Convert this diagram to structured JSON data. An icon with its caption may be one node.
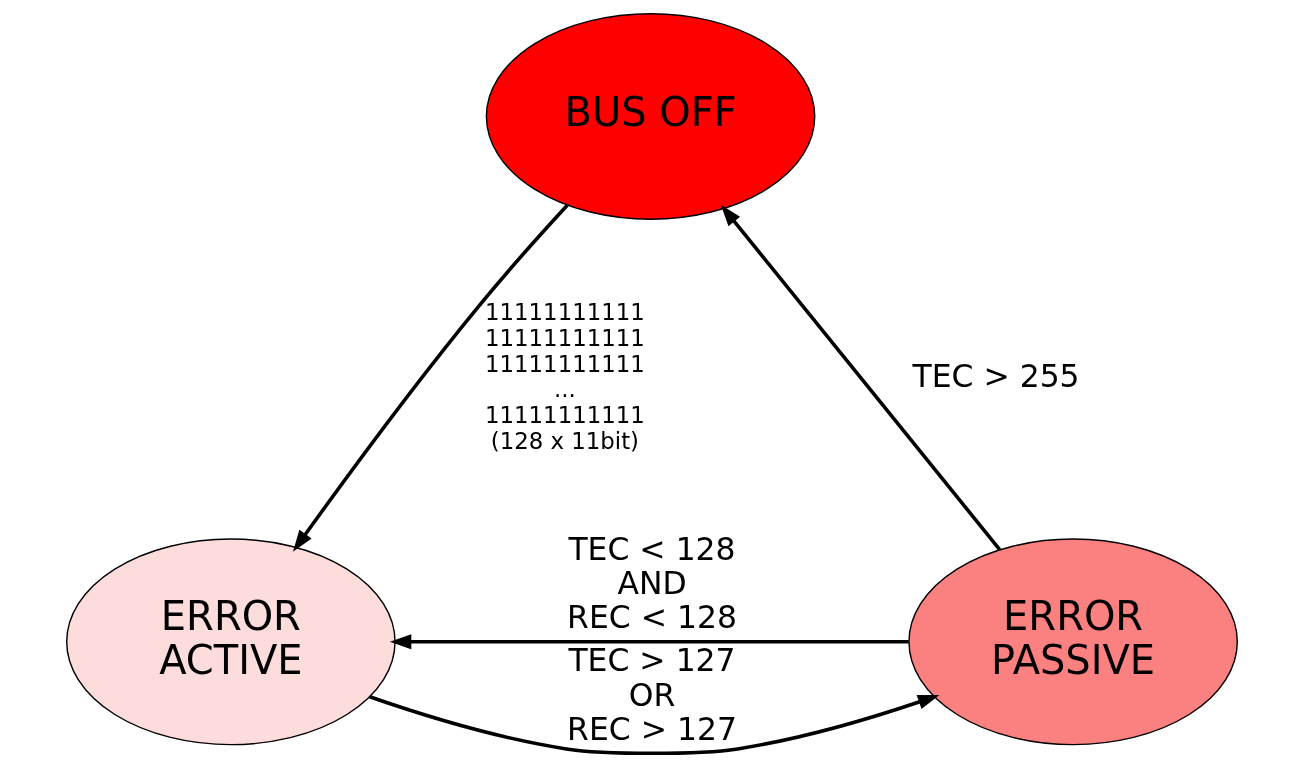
{
  "diagram": {
    "nodes": [
      {
        "text": [
          "BUS OFF"
        ]
      },
      {
        "text": [
          "ERROR PASSIVE"
        ]
      },
      {
        "text": [
          "ERROR ACTIVE"
        ]
      }
    ],
    "edges": [
      {
        "from": 1,
        "to": 0,
        "arrow": "to",
        "label": "TEC > 255"
      },
      {
        "from": 0,
        "to": 2,
        "arrow": "to",
        "label": "11111111111 11111111111 11111111111 ... 11111111111 (128 x 11bit)"
      },
      {
        "from": 1,
        "to": 2,
        "arrow": "to",
        "label": "TEC < 128 AND REC < 128"
      },
      {
        "from": 2,
        "to": 1,
        "arrow": "to",
        "label": "TEC > 127 OR REC > 127"
      }
    ]
  }
}
